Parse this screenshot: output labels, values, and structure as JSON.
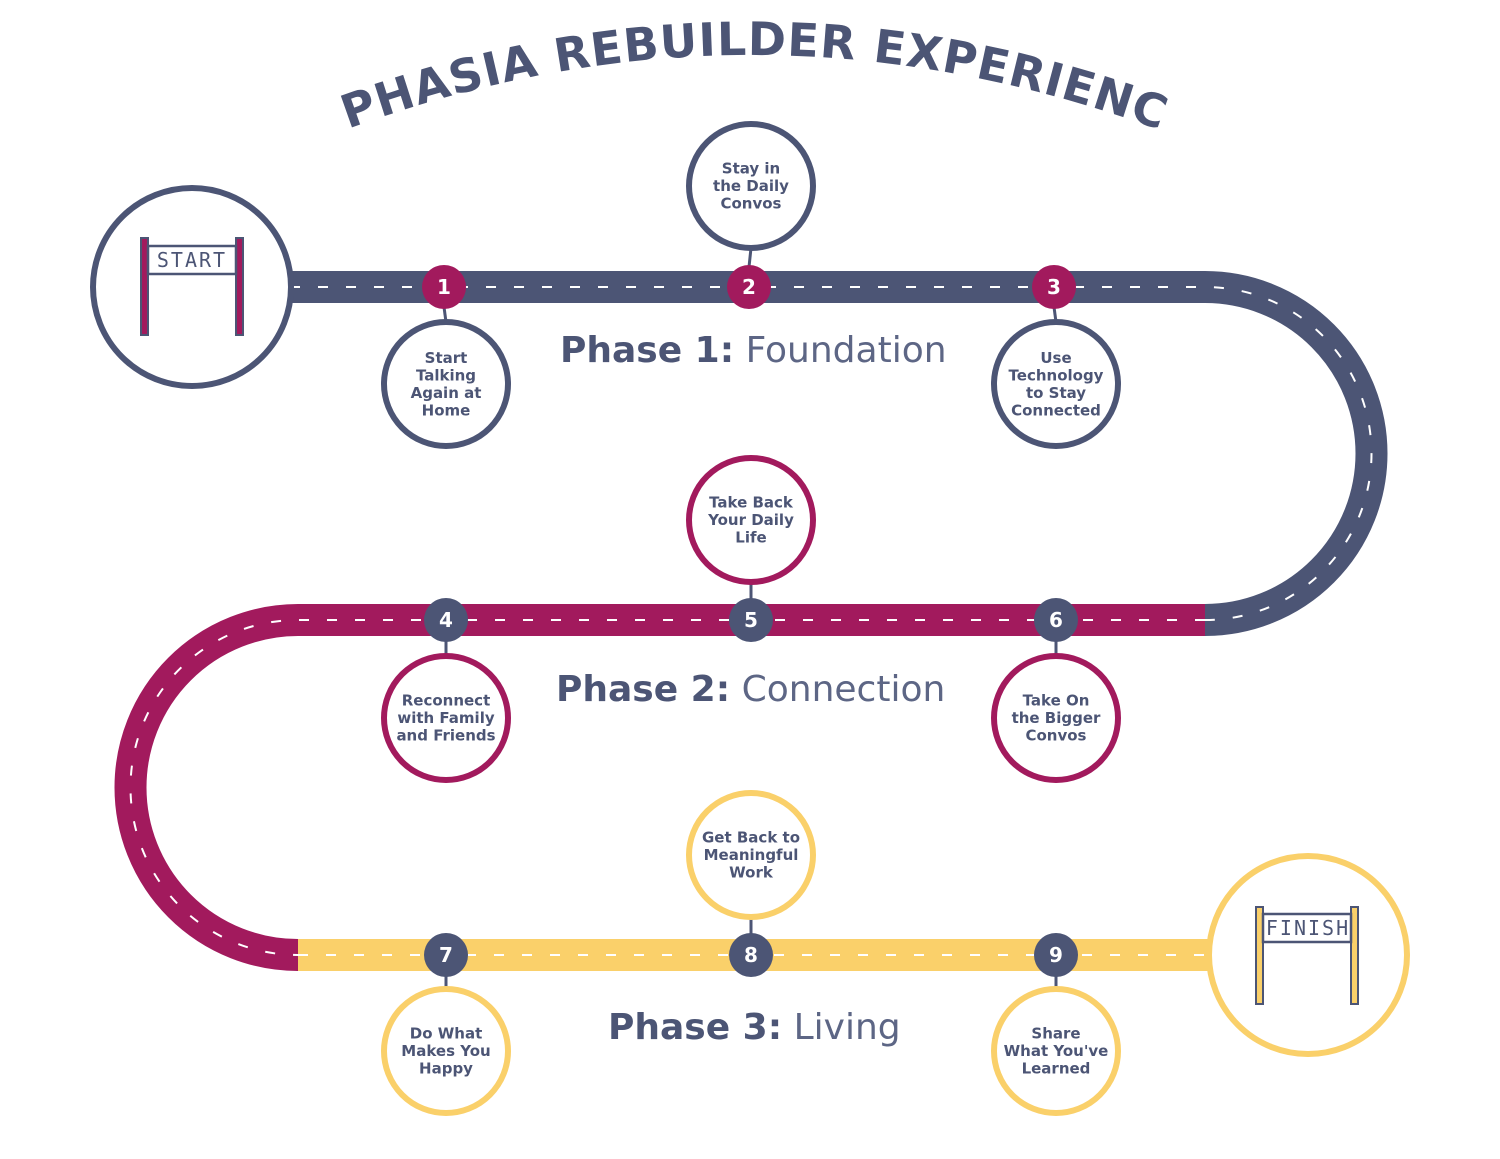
{
  "title": "APHASIA REBUILDER EXPERIENCE",
  "start_sign": "START",
  "finish_sign": "FINISH",
  "colors": {
    "navy": "#4c5575",
    "magenta": "#a21a5d",
    "yellow": "#fad06a",
    "white": "#ffffff"
  },
  "phases": [
    {
      "bold": "Phase 1:",
      "name": "Foundation"
    },
    {
      "bold": "Phase 2:",
      "name": "Connection"
    },
    {
      "bold": "Phase 3:",
      "name": "Living"
    }
  ],
  "steps": [
    {
      "number": "1",
      "lines": [
        "Start",
        "Talking",
        "Again at",
        "Home"
      ]
    },
    {
      "number": "2",
      "lines": [
        "Stay in",
        "the Daily",
        "Convos"
      ]
    },
    {
      "number": "3",
      "lines": [
        "Use",
        "Technology",
        "to Stay",
        "Connected"
      ]
    },
    {
      "number": "4",
      "lines": [
        "Reconnect",
        "with Family",
        "and Friends"
      ]
    },
    {
      "number": "5",
      "lines": [
        "Take Back",
        "Your Daily",
        "Life"
      ]
    },
    {
      "number": "6",
      "lines": [
        "Take On",
        "the Bigger",
        "Convos"
      ]
    },
    {
      "number": "7",
      "lines": [
        "Do What",
        "Makes You",
        "Happy"
      ]
    },
    {
      "number": "8",
      "lines": [
        "Get Back to",
        "Meaningful",
        "Work"
      ]
    },
    {
      "number": "9",
      "lines": [
        "Share",
        "What You've",
        "Learned"
      ]
    }
  ]
}
